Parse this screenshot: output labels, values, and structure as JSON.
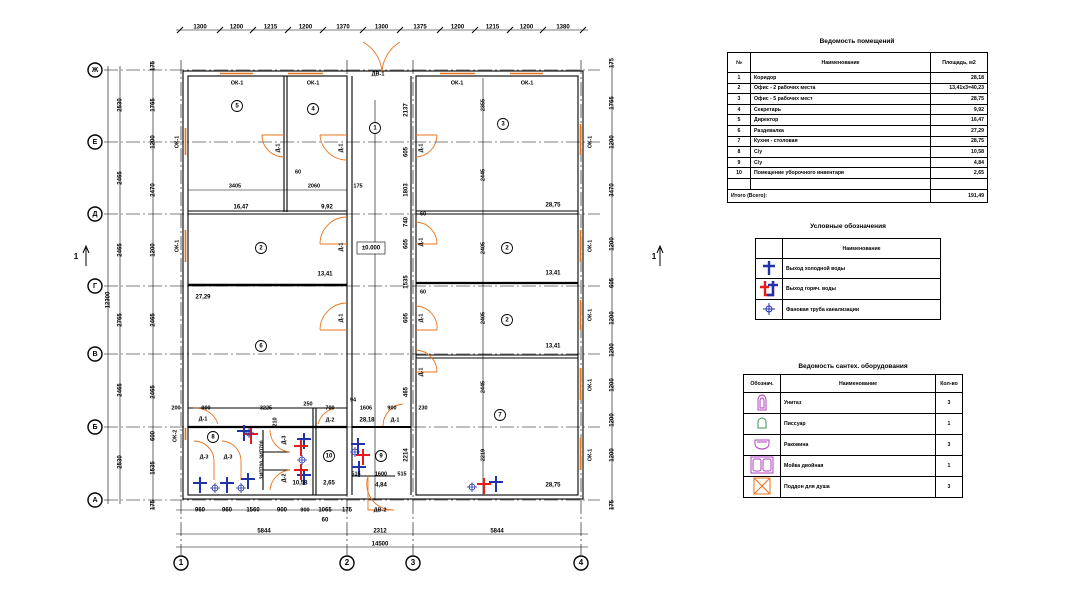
{
  "plan": {
    "axes_cols": [
      "1",
      "2",
      "3",
      "4"
    ],
    "axes_rows": [
      "Ж",
      "Е",
      "Д",
      "Г",
      "В",
      "Б",
      "А"
    ],
    "section_mark": "1",
    "level_mark": "±0.000",
    "top_dims": [
      "1300",
      "1200",
      "1215",
      "1200",
      "1370",
      "1300",
      "1375",
      "1200",
      "1215",
      "1200",
      "1380"
    ],
    "bottom_dims_segments": [
      "5844",
      "2312",
      "5844"
    ],
    "bottom_dims_total": "14500",
    "bottom_dims_inner": [
      "960",
      "960",
      "1560",
      "900",
      "1065",
      "175",
      "60"
    ],
    "left_outer_dims": [
      "2530",
      "2465",
      "2465",
      "2765",
      "2465",
      "2530"
    ],
    "left_total": "12300",
    "left_inner_dims": [
      "175",
      "1765",
      "1200",
      "2470",
      "1200",
      "2465",
      "2465",
      "600",
      "1535",
      "175"
    ],
    "right_dims": [
      "175",
      "1765",
      "1200",
      "3470",
      "1200",
      "1200",
      "1200",
      "1200",
      "1200",
      "1200",
      "605",
      "175"
    ],
    "corridor_dims": [
      "2137",
      "605",
      "1803",
      "740",
      "605",
      "1535",
      "2214",
      "465",
      "605"
    ],
    "interior_dims": [
      "3405",
      "2060",
      "60",
      "175",
      "200",
      "900",
      "3225",
      "250",
      "700",
      "94",
      "1606",
      "900",
      "230",
      "210",
      "2355",
      "2445",
      "2405",
      "2405",
      "2445",
      "2219",
      "60",
      "60",
      "515",
      "1600",
      "515",
      "900"
    ],
    "room_numbers": [
      "1",
      "2",
      "2",
      "2",
      "3",
      "4",
      "5",
      "6",
      "7",
      "8",
      "9",
      "10"
    ],
    "room_areas": [
      "16,47",
      "9,92",
      "28,75",
      "13,41",
      "13,41",
      "13,41",
      "27,29",
      "28,18",
      "4,84",
      "2,65",
      "10,58",
      "28,75"
    ],
    "tags": {
      "window1": "ОК-1",
      "window2": "ОК-2",
      "door1": "Д-1",
      "door2": "Д-2",
      "door3": "Д-3",
      "dbl1": "ДВ-1",
      "dbl2": "ДВ-2",
      "partition": "ЗИП700-ЗИП700"
    }
  },
  "rooms_table": {
    "title": "Ведомость помещений",
    "headers": [
      "№",
      "Наименование",
      "Площадь, м2"
    ],
    "rows": [
      [
        "1",
        "Коридор",
        "28,18"
      ],
      [
        "2",
        "Офис - 2 рабочих места",
        "13,41х3=40,23"
      ],
      [
        "3",
        "Офис - 5 рабочих мест",
        "28,75"
      ],
      [
        "4",
        "Секретарь",
        "9,92"
      ],
      [
        "5",
        "Директор",
        "16,47"
      ],
      [
        "6",
        "Раздевалка",
        "27,29"
      ],
      [
        "7",
        "Кухня - столовая",
        "28,75"
      ],
      [
        "8",
        "С/у",
        "10,58"
      ],
      [
        "9",
        "С/у",
        "4,84"
      ],
      [
        "10",
        "Помещение уборочного инвентаря",
        "2,65"
      ]
    ],
    "total_label": "Итого (Всего):",
    "total_value": "191,49"
  },
  "legend": {
    "title": "Условные обозначения",
    "header": "Наименование",
    "rows": [
      "Выход холодной воды",
      "Выход горяч. воды",
      "Фановая труба канализации"
    ]
  },
  "equipment": {
    "title": "Ведомость сантех. оборудования",
    "headers": [
      "Обознач.",
      "Наименование",
      "Кол-во"
    ],
    "rows": [
      [
        "Унитаз",
        "3"
      ],
      [
        "Писсуар",
        "1"
      ],
      [
        "Раковина",
        "3"
      ],
      [
        "Мойка двойная",
        "1"
      ],
      [
        "Поддон для душа",
        "3"
      ]
    ]
  },
  "colors": {
    "wall": "#000000",
    "opening": "#e8741e",
    "area": "#e8141e",
    "cold": "#2233aa",
    "hot": "#e81a1a",
    "fixture": "#b040c0",
    "urinal": "#3a9a50"
  }
}
